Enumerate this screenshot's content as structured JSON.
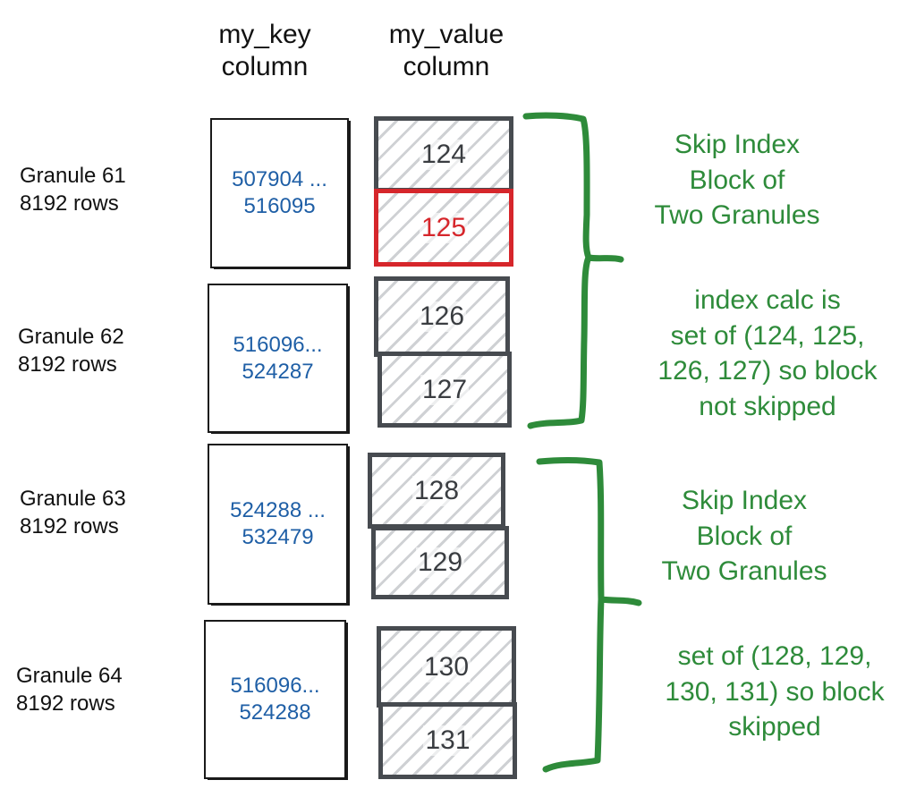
{
  "headers": {
    "key": [
      "my_key",
      "column"
    ],
    "value": [
      "my_value",
      "column"
    ]
  },
  "granules": [
    {
      "name": "Granule 61",
      "rows": "8192 rows",
      "key_range": [
        "507904 ...",
        "516095"
      ],
      "values": [
        "124",
        "125"
      ]
    },
    {
      "name": "Granule 62",
      "rows": "8192 rows",
      "key_range": [
        "516096...",
        "524287"
      ],
      "values": [
        "126",
        "127"
      ]
    },
    {
      "name": "Granule 63",
      "rows": "8192 rows",
      "key_range": [
        "524288 ...",
        "532479"
      ],
      "values": [
        "128",
        "129"
      ]
    },
    {
      "name": "Granule 64",
      "rows": "8192 rows",
      "key_range": [
        "516096...",
        "524288"
      ],
      "values": [
        "130",
        "131"
      ]
    }
  ],
  "highlighted_value": "125",
  "blocks": [
    {
      "title": [
        "Skip Index",
        "Block of",
        "Two Granules"
      ],
      "note": [
        "index calc is",
        "set of (124, 125,",
        "126, 127) so block",
        "not skipped"
      ]
    },
    {
      "title": [
        "Skip Index",
        "Block of",
        "Two Granules"
      ],
      "note": [
        "set of (128, 129,",
        "130, 131) so block",
        "skipped"
      ]
    }
  ],
  "colors": {
    "key_text": "#1f5fa6",
    "value_border": "#474b50",
    "highlight": "#d6262b",
    "annotation": "#2e8b3a"
  }
}
